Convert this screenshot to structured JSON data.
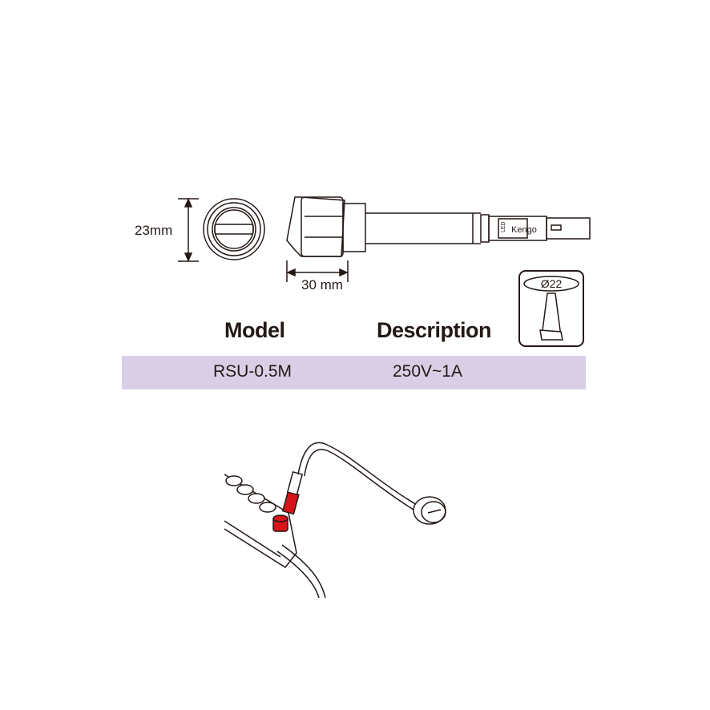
{
  "dimensions": {
    "height": "23mm",
    "length": "30 mm"
  },
  "hole_icon": {
    "diameter": "Ø22"
  },
  "connector_logo": {
    "brand": "Kengo",
    "small_text": "LED"
  },
  "table": {
    "headers": [
      "Model",
      "Description"
    ],
    "rows": [
      [
        "RSU-0.5M",
        "250V~1A"
      ]
    ],
    "band_color": "#d8cfe6"
  },
  "colors": {
    "connector_red": "#d7141a",
    "line": "#231815"
  }
}
